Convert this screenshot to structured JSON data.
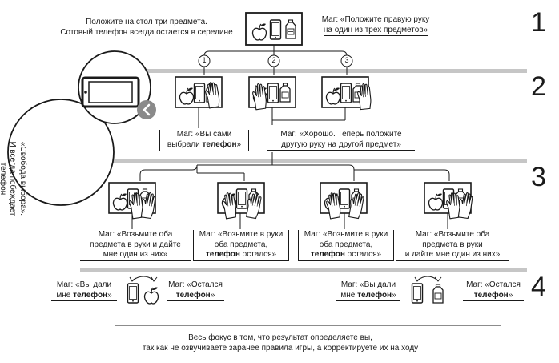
{
  "steps": [
    "1",
    "2",
    "3",
    "4"
  ],
  "intro": {
    "line1": "Положите на стол три предмета.",
    "line2": "Сотовый телефон всегда остается в середине"
  },
  "mag_first": {
    "line1": "Маг: «Положите правую руку",
    "line2": "на один из трех предметов»"
  },
  "branch_numbers": [
    "1",
    "2",
    "3"
  ],
  "circle_note": {
    "line1": "«Свобода выбора».",
    "line2": "И всегда побеждает",
    "line3": "телефон"
  },
  "step2": {
    "a_line1": "Маг: «Вы сами",
    "a_pre": "выбрали ",
    "a_bold": "телефон",
    "a_post": "»",
    "b_line1": "Маг: «Хорошо. Теперь положите",
    "b_line2": "другую руку на другой предмет»"
  },
  "step3": {
    "q1_line1": "Маг: «Возьмите оба",
    "q1_line2": "предмета в руки и дайте",
    "q1_line3": "мне один из них»",
    "q2_line1": "Маг: «Возьмите в руки",
    "q2_line2": "оба предмета,",
    "q2_bold": "телефон",
    "q2_post": " остался»",
    "q3_line1": "Маг: «Возьмите в руки",
    "q3_line2": "оба предмета,",
    "q3_bold": "телефон",
    "q3_post": " остался»",
    "q4_line1": "Маг: «Возьмите оба",
    "q4_line2": "предмета в руки",
    "q4_line3": "и дайте мне один из них»"
  },
  "step4": {
    "l_gave_line1": "Маг: «Вы дали",
    "l_gave_pre": "мне ",
    "l_gave_bold": "телефон",
    "l_gave_post": "»",
    "l_stay_line1": "Маг: «Остался",
    "l_stay_bold": "телефон",
    "l_stay_post": "»",
    "r_gave_line1": "Маг: «Вы дали",
    "r_gave_pre": "мне ",
    "r_gave_bold": "телефон",
    "r_gave_post": "»",
    "r_stay_line1": "Маг: «Остался",
    "r_stay_bold": "телефон",
    "r_stay_post": "»"
  },
  "conclusion": {
    "line1": "Весь фокус в том, что результат определяете вы,",
    "line2": "так как не озвучиваете заранее правила игры, а корректируете их на ходу"
  },
  "colors": {
    "band": "#c6c6c6",
    "ink": "#1a1a1a",
    "arrow_badge": "#8a8a8a"
  }
}
